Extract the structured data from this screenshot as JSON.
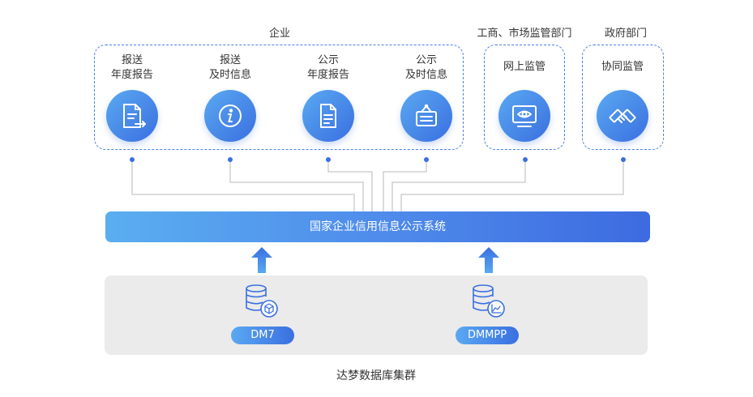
{
  "groups": {
    "enterprise": {
      "title": "企业"
    },
    "commerce": {
      "title": "工商、市场监管部门"
    },
    "government": {
      "title": "政府部门"
    }
  },
  "items": [
    {
      "line1": "报送",
      "line2": "年度报告",
      "icon": "report-submit-icon"
    },
    {
      "line1": "报送",
      "line2": "及时信息",
      "icon": "info-icon"
    },
    {
      "line1": "公示",
      "line2": "年度报告",
      "icon": "document-icon"
    },
    {
      "line1": "公示",
      "line2": "及时信息",
      "icon": "notice-board-icon"
    },
    {
      "line1": "网上监管",
      "line2": "",
      "icon": "monitor-eye-icon"
    },
    {
      "line1": "协同监管",
      "line2": "",
      "icon": "handshake-icon"
    }
  ],
  "system": {
    "label": "国家企业信用信息公示系统"
  },
  "cluster": {
    "label": "达梦数据库集群",
    "nodes": [
      {
        "name": "DM7",
        "icon": "database-cube-icon"
      },
      {
        "name": "DMMPP",
        "icon": "database-chart-icon"
      }
    ]
  },
  "colors": {
    "accent": "#3a6fe0",
    "accent_light": "#5aa9f2",
    "line": "#c8c8c8",
    "cluster_bg": "#ebebeb"
  }
}
